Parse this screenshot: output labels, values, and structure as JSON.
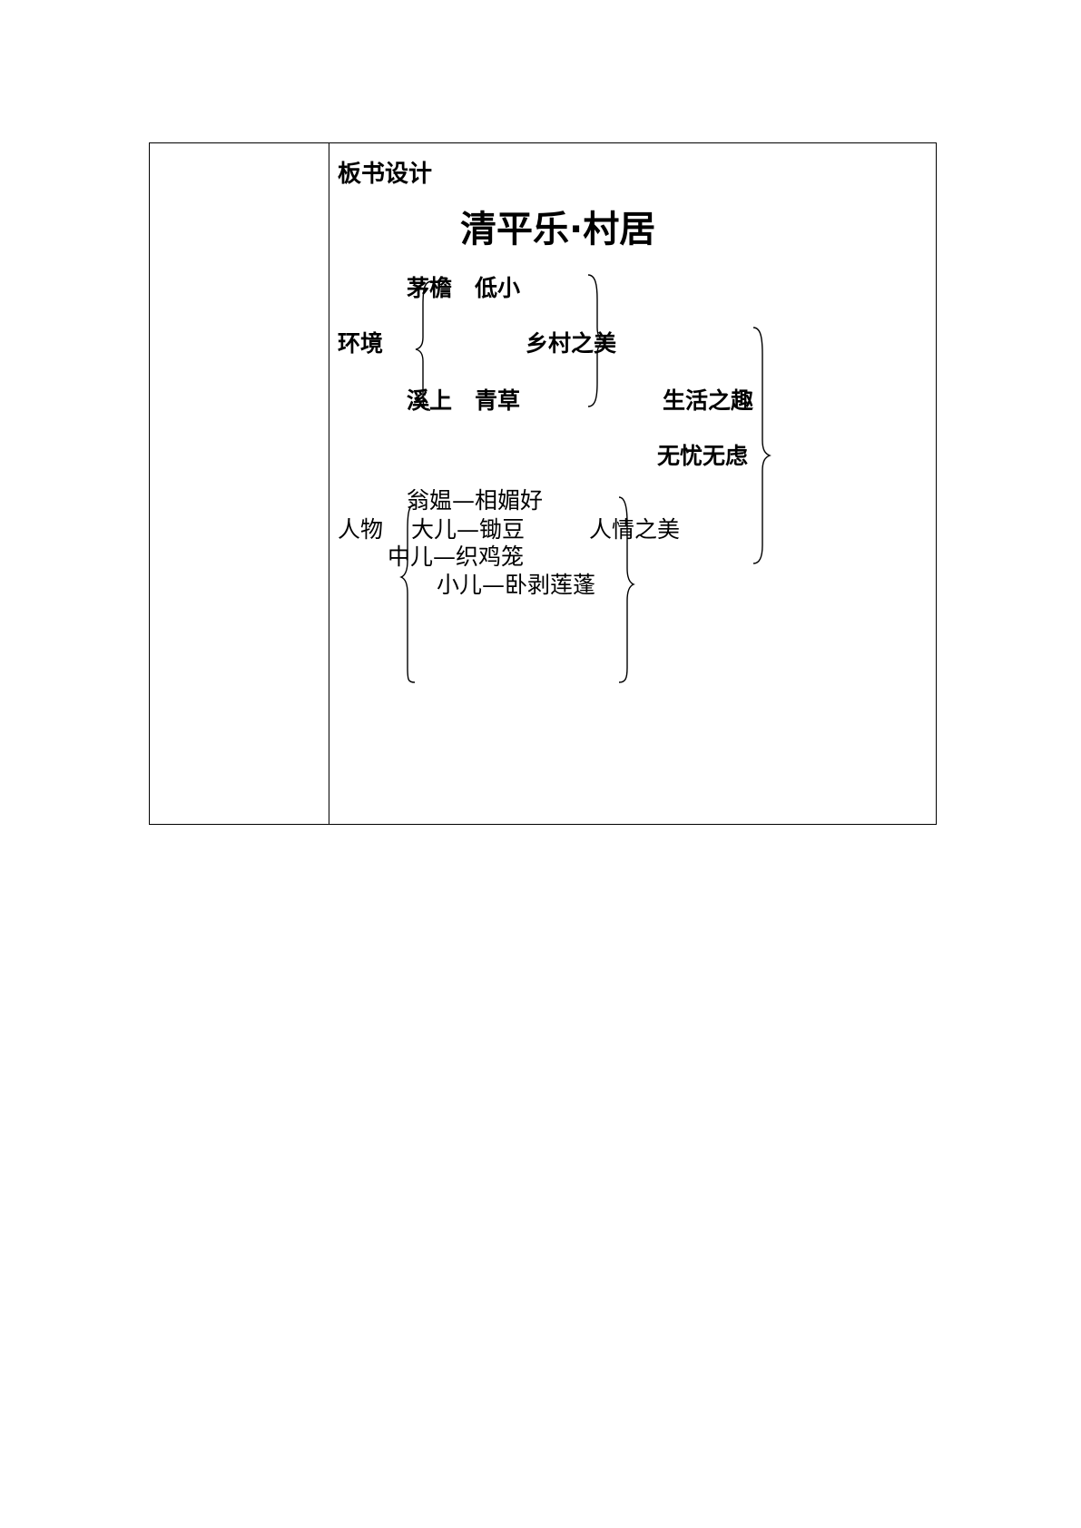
{
  "board_design": {
    "heading": "板书设计",
    "title": "清平乐·村居",
    "environment": {
      "label": "环境",
      "line1": "茅檐　低小",
      "line2": "溪上　青草",
      "summary": "乡村之美"
    },
    "characters": {
      "label": "人物",
      "items": [
        "翁媪—相媚好",
        "大儿—锄豆",
        "中儿—织鸡笼",
        "小儿—卧剥莲蓬"
      ],
      "summary": "人情之美"
    },
    "overall": {
      "line1": "生活之趣",
      "line2": "无忧无虑"
    }
  }
}
